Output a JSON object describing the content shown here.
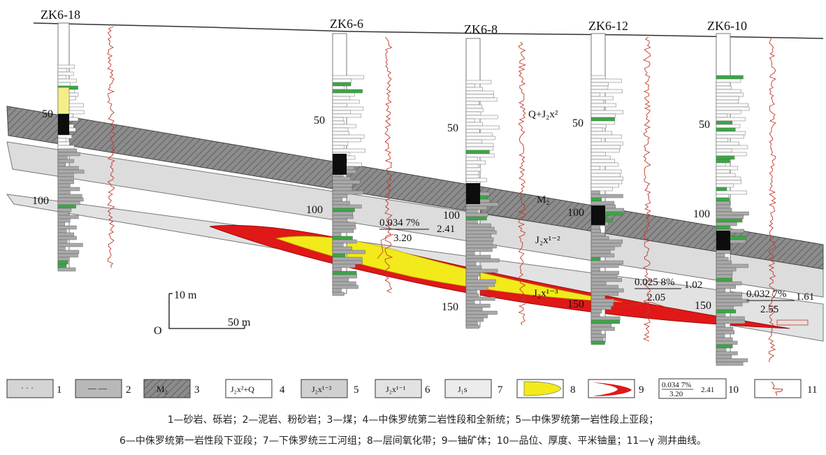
{
  "wells": [
    {
      "id": "ZK6-18"
    },
    {
      "id": "ZK6-6"
    },
    {
      "id": "ZK6-8"
    },
    {
      "id": "ZK6-12"
    },
    {
      "id": "ZK6-10"
    }
  ],
  "depth_labels": {
    "zk6_18": [
      "50",
      "100"
    ],
    "zk6_6": [
      "50",
      "100"
    ],
    "zk6_8": [
      "50",
      "100",
      "150"
    ],
    "zk6_12": [
      "50",
      "100",
      "150"
    ],
    "zk6_10": [
      "50",
      "100",
      "150"
    ]
  },
  "unit_labels": {
    "q_j2x2": "Q+J₂x²",
    "m2": "M₂",
    "j2x12": "J₂x¹⁻²",
    "j2x13": "J₂x¹⁻³"
  },
  "grade_annotations": [
    {
      "grade": "0.034 7%",
      "thickness": "3.20",
      "meter_content": "2.41"
    },
    {
      "grade": "0.025 8%",
      "thickness": "2.05",
      "meter_content": "1.02"
    },
    {
      "grade": "0.032 7%",
      "thickness": "2.55",
      "meter_content": "1.61"
    }
  ],
  "scale": {
    "origin": "O",
    "vertical": "10 m",
    "horizontal": "50 m"
  },
  "legend": [
    {
      "num": "1",
      "label": ""
    },
    {
      "num": "2",
      "label": ""
    },
    {
      "num": "3",
      "label": "M₂"
    },
    {
      "num": "4",
      "label": "J₂x²+Q"
    },
    {
      "num": "5",
      "label": "J₂x¹⁻²"
    },
    {
      "num": "6",
      "label": "J₂x¹⁻¹"
    },
    {
      "num": "7",
      "label": "J₁s"
    },
    {
      "num": "8",
      "label": ""
    },
    {
      "num": "9",
      "label": ""
    },
    {
      "num": "10",
      "label": ""
    },
    {
      "num": "11",
      "label": ""
    }
  ],
  "legend_sample": {
    "grade": "0.034 7%",
    "thickness": "3.20",
    "meter_content": "2.41"
  },
  "caption_lines": [
    "1—砂岩、砾岩；2—泥岩、粉砂岩；3—煤；4—中侏罗统第二岩性段和全新统；5—中侏罗统第一岩性段上亚段；",
    "6—中侏罗统第一岩性段下亚段；7—下侏罗统三工河组；8—层间氧化带；9—铀矿体；10—品位、厚度、平米铀量；11—γ 测井曲线。"
  ],
  "colors": {
    "coal_band": "#8a8a8a",
    "light_band": "#dcdcdc",
    "oxidation_zone": "#f2ea1a",
    "ore_body": "#e01818",
    "gamma_curve": "#c0392b",
    "sandstone_green": "#3aa844"
  }
}
